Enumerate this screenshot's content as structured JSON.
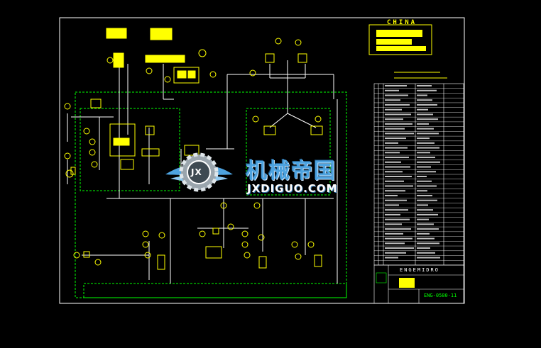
{
  "title_block": {
    "country": "CHINA",
    "company": "ENGEMIDRO",
    "drawing_number": "ENG-0580-11"
  },
  "watermark": {
    "name": "机械帝国",
    "url": "JXDIGUO.COM",
    "emblem_letters": "JX"
  },
  "colors": {
    "background": "#000000",
    "frame": "#ffffff",
    "hydraulic_line": "#ffffff",
    "component": "#ffff00",
    "subassembly_border": "#00ff00",
    "watermark_blue": "#4da3e0"
  }
}
